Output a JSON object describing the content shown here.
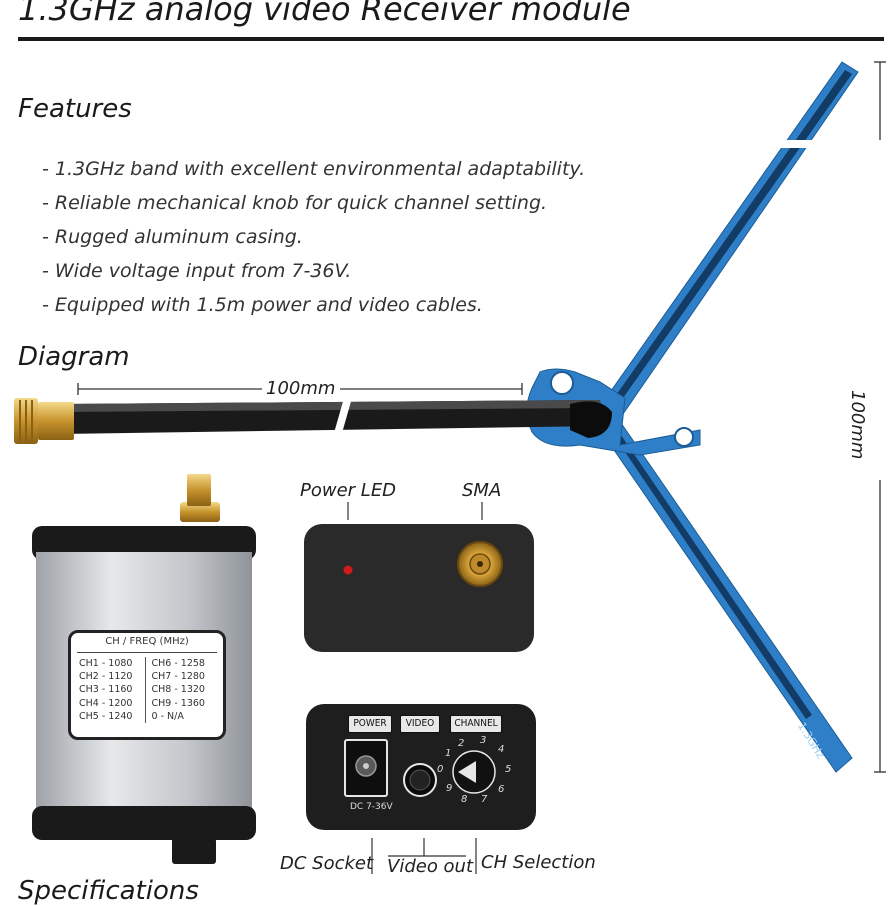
{
  "header": {
    "title": "1.3GHz analog video Receiver module"
  },
  "features": {
    "heading": "Features",
    "items": [
      "- 1.3GHz band with excellent environmental adaptability.",
      "- Reliable mechanical knob for quick channel setting.",
      "- Rugged aluminum casing.",
      "- Wide voltage input from 7-36V.",
      "- Equipped with 1.5m power and video cables."
    ]
  },
  "diagram": {
    "heading": "Diagram",
    "dimension_horizontal": "100mm",
    "dimension_vertical": "100mm",
    "antenna_label": "1.3GHz",
    "callouts": {
      "power_led": "Power LED",
      "sma": "SMA",
      "dc_socket": "DC Socket",
      "video_out": "Video out",
      "ch_selection": "CH Selection"
    },
    "panel_labels": {
      "power": "POWER",
      "video": "VIDEO",
      "channel": "CHANNEL",
      "dc_range": "DC 7-36V"
    },
    "dial_numbers": [
      "0",
      "1",
      "2",
      "3",
      "4",
      "5",
      "6",
      "7",
      "8",
      "9"
    ]
  },
  "channel_table": {
    "title": "CH / FREQ (MHz)",
    "left": [
      "CH1 - 1080",
      "CH2 - 1120",
      "CH3 - 1160",
      "CH4 - 1200",
      "CH5 - 1240"
    ],
    "right": [
      "CH6 - 1258",
      "CH7 - 1280",
      "CH8 - 1320",
      "CH9 - 1360",
      "0 - N/A"
    ]
  },
  "specifications": {
    "heading": "Specifications"
  },
  "colors": {
    "antenna_blue": "#2f7fc8",
    "antenna_dark": "#103a63",
    "case_silver": "#c9ccd0",
    "panel_black": "#1e1e1e",
    "sma_gold": "#d9a63a",
    "led_red": "#d11a1a"
  }
}
